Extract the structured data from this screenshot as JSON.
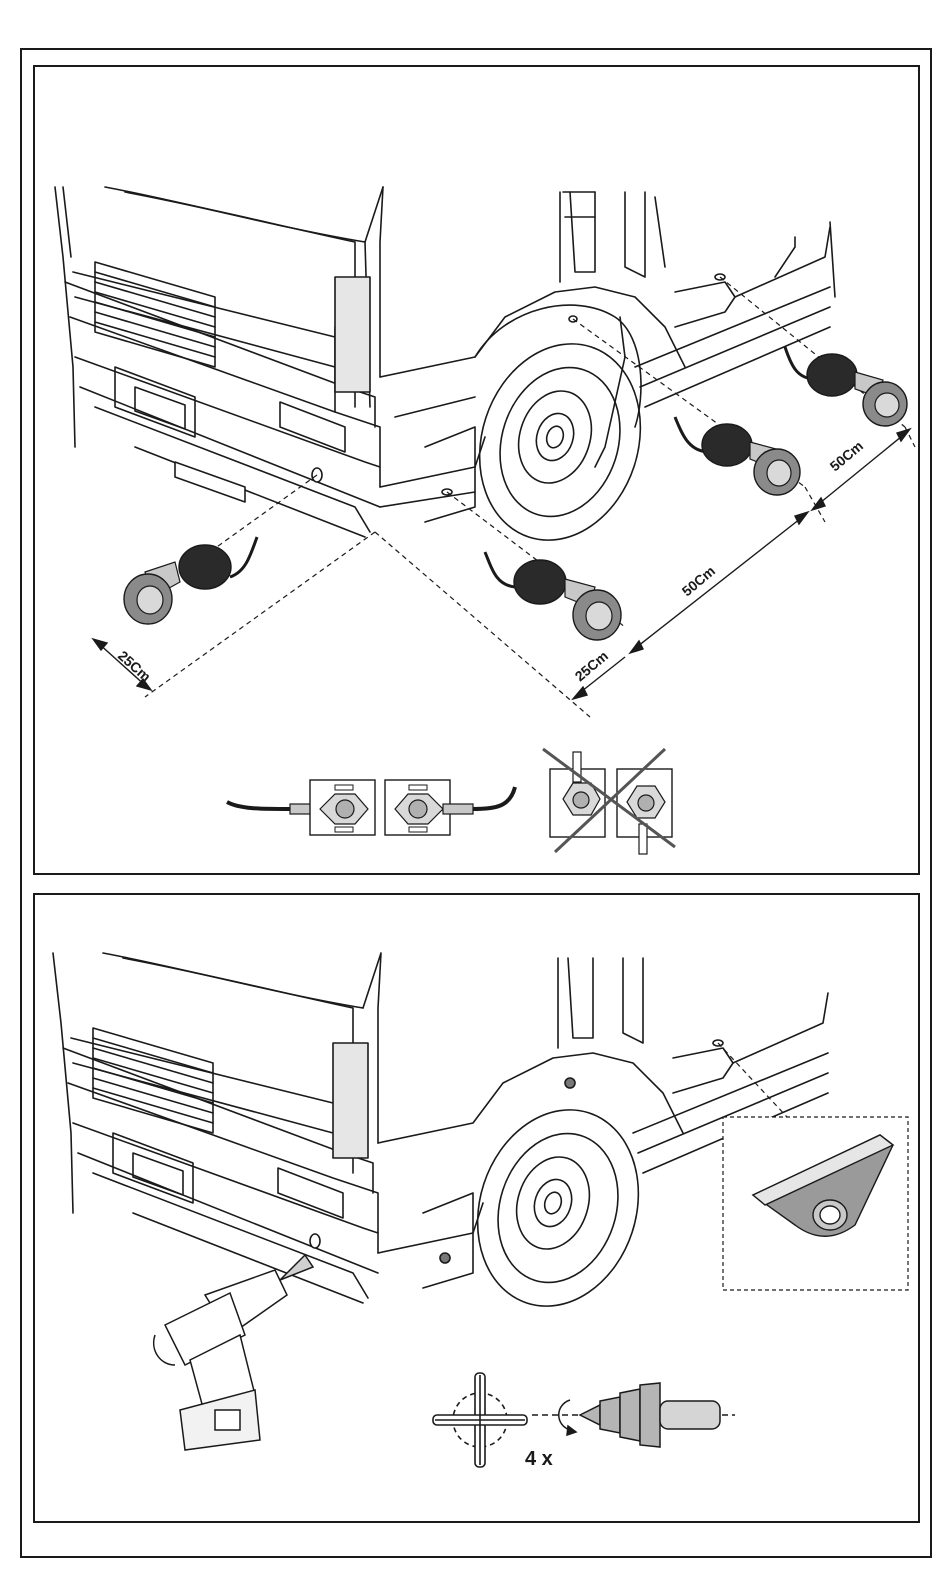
{
  "panel_top": {
    "dimensions": {
      "left_corner_offset": "25Cm",
      "right_corner_offset": "25Cm",
      "spacing_middle": "50Cm",
      "spacing_outer": "50Cm"
    }
  },
  "panel_bottom": {
    "repeat_count": "4 x"
  },
  "colors": {
    "line": "#1a1a1a",
    "sensor_ring": "#8a8a8a",
    "sensor_body": "#2a2a2a",
    "light_fill": "#d9d9d9"
  }
}
